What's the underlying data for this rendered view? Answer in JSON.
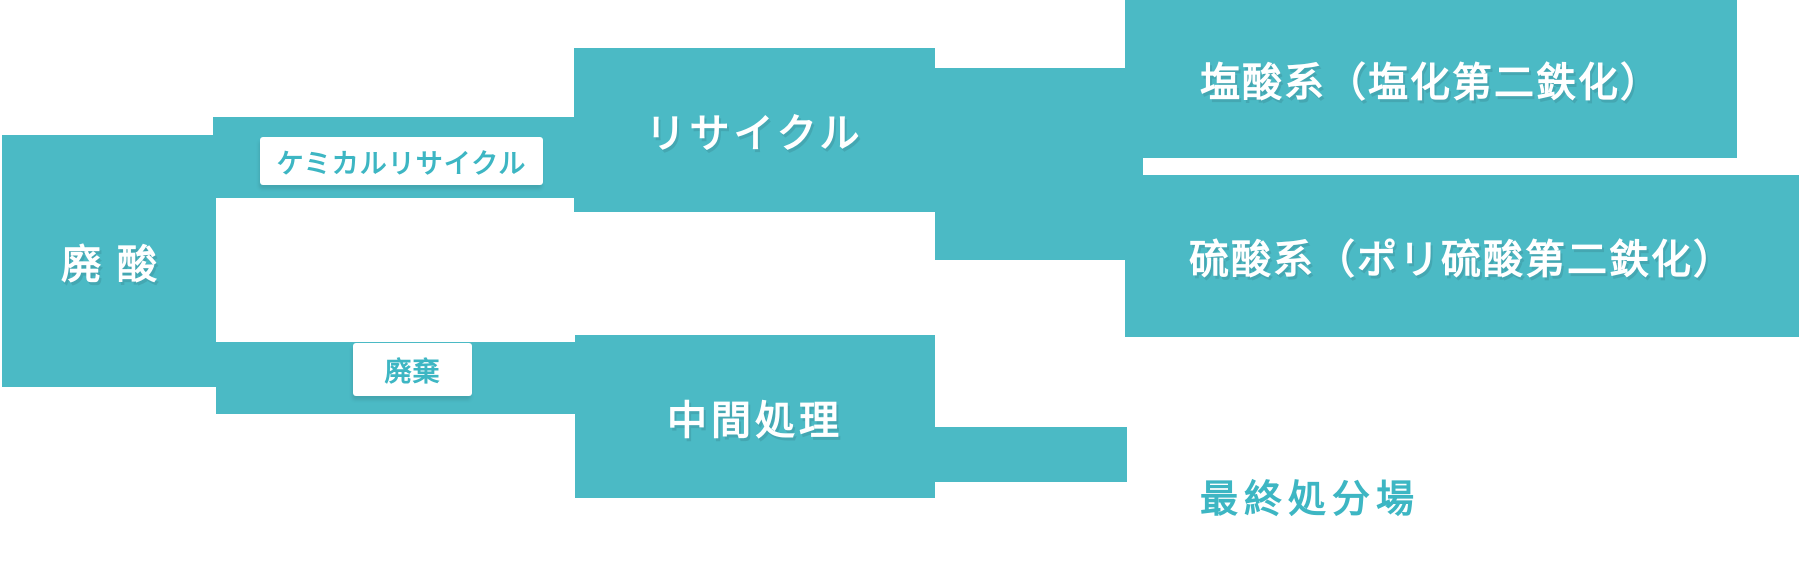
{
  "colors": {
    "teal": "#4BBAC5",
    "teal_text": "#3DB6C3",
    "background": "#FFFFFF"
  },
  "diagram": {
    "type": "flowchart",
    "description_visible_nodes_only": true,
    "nodes": {
      "waste_acid": "廃酸",
      "chemical_recycle_tag": "ケミカルリサイクル",
      "recycle": "リサイクル",
      "hydrochloric": "塩酸系（塩化第二鉄化）",
      "sulfuric": "硫酸系（ポリ硫酸第二鉄化）",
      "disposal_tag": "廃棄",
      "intermediate_treatment": "中間処理",
      "final_disposal_site": "最終処分場"
    },
    "edges": [
      {
        "from": "廃酸",
        "label": "ケミカルリサイクル",
        "to": "リサイクル"
      },
      {
        "from": "リサイクル",
        "to": "塩酸系（塩化第二鉄化）"
      },
      {
        "from": "リサイクル",
        "to": "硫酸系（ポリ硫酸第二鉄化）"
      },
      {
        "from": "廃酸",
        "label": "廃棄",
        "to": "中間処理"
      },
      {
        "from": "中間処理",
        "to": "最終処分場"
      }
    ]
  }
}
